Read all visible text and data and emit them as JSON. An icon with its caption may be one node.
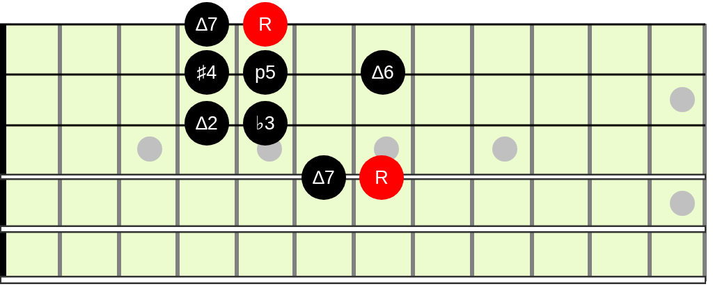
{
  "diagram": {
    "nodes": [
      {
        "text": [
          "∆7"
        ]
      },
      {
        "text": [
          "R"
        ]
      },
      {
        "text": [
          "♯4"
        ]
      },
      {
        "text": [
          "p5"
        ]
      },
      {
        "text": [
          "∆6"
        ]
      },
      {
        "text": [
          "∆2"
        ]
      },
      {
        "text": [
          "♭3"
        ]
      },
      {
        "text": [
          "∆7"
        ]
      },
      {
        "text": [
          "R"
        ]
      }
    ]
  }
}
